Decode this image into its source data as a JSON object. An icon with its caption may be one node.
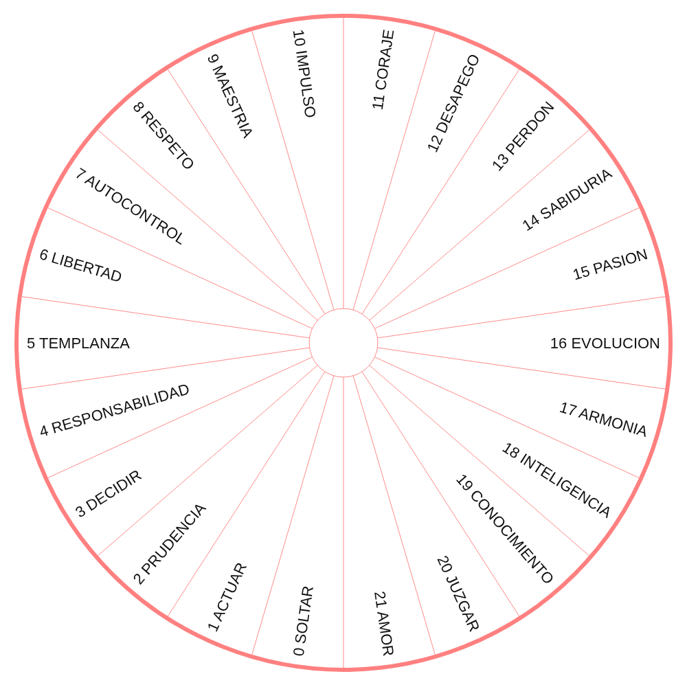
{
  "diagram": {
    "nodes": [
      {
        "text": [
          "0 SOLTAR"
        ]
      },
      {
        "text": [
          "1 ACTUAR"
        ]
      },
      {
        "text": [
          "2 PRUDENCIA"
        ]
      },
      {
        "text": [
          "3 DECIDIR"
        ]
      },
      {
        "text": [
          "4 RESPONSABILIDAD"
        ]
      },
      {
        "text": [
          "5 TEMPLANZA"
        ]
      },
      {
        "text": [
          "6 LIBERTAD"
        ]
      },
      {
        "text": [
          "7 AUTOCONTROL"
        ]
      },
      {
        "text": [
          "8 RESPETO"
        ]
      },
      {
        "text": [
          "9 MAESTRIA"
        ]
      },
      {
        "text": [
          "10 IMPULSO"
        ]
      },
      {
        "text": [
          "11 CORAJE"
        ]
      },
      {
        "text": [
          "12 DESAPEGO"
        ]
      },
      {
        "text": [
          "13 PERDON"
        ]
      },
      {
        "text": [
          "14 SABIDURIA"
        ]
      },
      {
        "text": [
          "15 PASION"
        ]
      },
      {
        "text": [
          "16 EVOLUCION"
        ]
      },
      {
        "text": [
          "17 ARMONIA"
        ]
      },
      {
        "text": [
          "18 INTELIGENCIA"
        ]
      },
      {
        "text": [
          "19 CONOCIMIENTO"
        ]
      },
      {
        "text": [
          "20 JUZGAR"
        ]
      },
      {
        "text": [
          "21 AMOR"
        ]
      }
    ]
  }
}
